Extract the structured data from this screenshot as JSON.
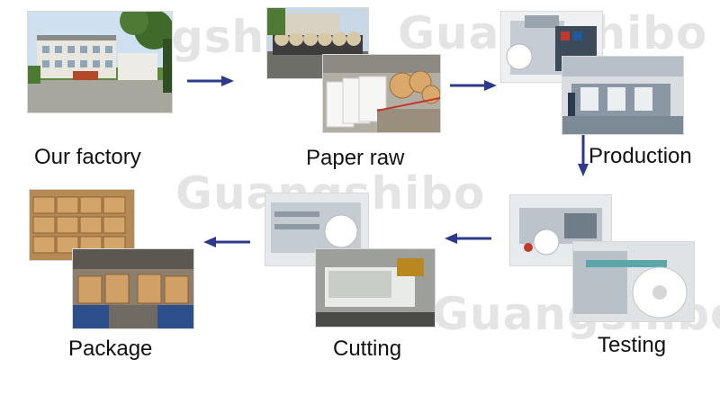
{
  "steps": [
    {
      "label": "Our factory"
    },
    {
      "label": "Paper raw"
    },
    {
      "label": "Production"
    },
    {
      "label": "Testing"
    },
    {
      "label": "Cutting"
    },
    {
      "label": "Package"
    }
  ],
  "watermark": "Guangshibo",
  "colors": {
    "arrow": "#2d3a8c",
    "watermark": "#dcdcdc",
    "text": "#111111"
  }
}
